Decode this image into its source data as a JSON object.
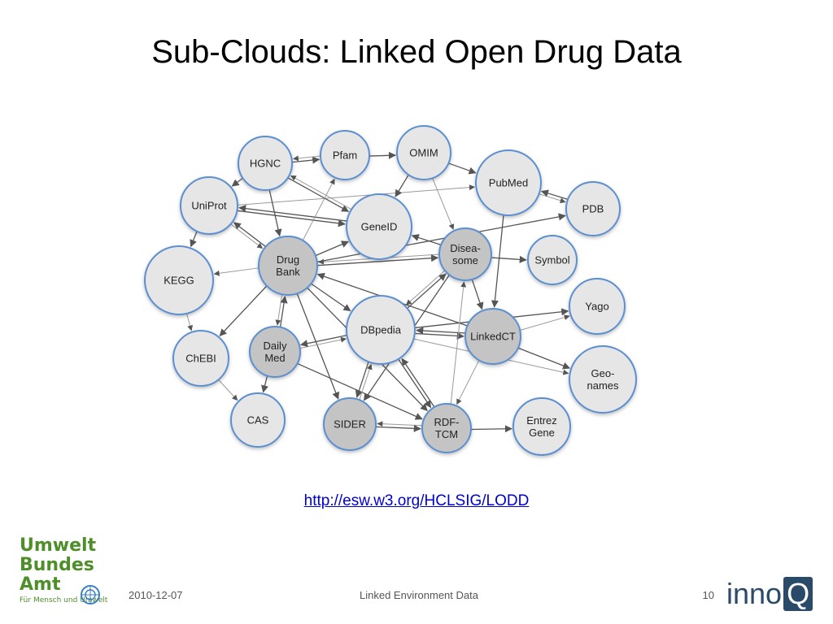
{
  "slide": {
    "title": "Sub-Clouds: Linked Open Drug Data",
    "link": "http://esw.w3.org/HCLSIG/LODD"
  },
  "diagram": {
    "colors": {
      "light_node": "#e6e6e6",
      "dark_node": "#c4c4c4",
      "node_border": "#5b8fd0",
      "edge": "#555555",
      "light_edge": "#9a9a9a"
    },
    "nodes": [
      {
        "id": "HGNC",
        "label": "HGNC",
        "shade": "light"
      },
      {
        "id": "Pfam",
        "label": "Pfam",
        "shade": "light"
      },
      {
        "id": "OMIM",
        "label": "OMIM",
        "shade": "light"
      },
      {
        "id": "PubMed",
        "label": "PubMed",
        "shade": "light"
      },
      {
        "id": "PDB",
        "label": "PDB",
        "shade": "light"
      },
      {
        "id": "UniProt",
        "label": "UniProt",
        "shade": "light"
      },
      {
        "id": "GeneID",
        "label": "GeneID",
        "shade": "light"
      },
      {
        "id": "DrugBank",
        "label": "Drug\nBank",
        "shade": "dark"
      },
      {
        "id": "Diseasome",
        "label": "Disea-\nsome",
        "shade": "dark"
      },
      {
        "id": "Symbol",
        "label": "Symbol",
        "shade": "light"
      },
      {
        "id": "KEGG",
        "label": "KEGG",
        "shade": "light"
      },
      {
        "id": "Yago",
        "label": "Yago",
        "shade": "light"
      },
      {
        "id": "DBpedia",
        "label": "DBpedia",
        "shade": "light"
      },
      {
        "id": "LinkedCT",
        "label": "LinkedCT",
        "shade": "dark"
      },
      {
        "id": "DailyMed",
        "label": "Daily\nMed",
        "shade": "dark"
      },
      {
        "id": "ChEBI",
        "label": "ChEBI",
        "shade": "light"
      },
      {
        "id": "Geonames",
        "label": "Geo-\nnames",
        "shade": "light"
      },
      {
        "id": "CAS",
        "label": "CAS",
        "shade": "light"
      },
      {
        "id": "SIDER",
        "label": "SIDER",
        "shade": "dark"
      },
      {
        "id": "RDFTCM",
        "label": "RDF-\nTCM",
        "shade": "dark"
      },
      {
        "id": "EntrezGene",
        "label": "Entrez\nGene",
        "shade": "light"
      }
    ],
    "edges": [
      [
        "HGNC",
        "Pfam"
      ],
      [
        "Pfam",
        "HGNC"
      ],
      [
        "Pfam",
        "OMIM"
      ],
      [
        "OMIM",
        "PubMed"
      ],
      [
        "PubMed",
        "PDB"
      ],
      [
        "PDB",
        "PubMed"
      ],
      [
        "HGNC",
        "UniProt"
      ],
      [
        "UniProt",
        "PubMed"
      ],
      [
        "OMIM",
        "GeneID"
      ],
      [
        "HGNC",
        "GeneID"
      ],
      [
        "GeneID",
        "HGNC"
      ],
      [
        "UniProt",
        "GeneID"
      ],
      [
        "GeneID",
        "UniProt"
      ],
      [
        "UniProt",
        "DrugBank"
      ],
      [
        "DrugBank",
        "UniProt"
      ],
      [
        "HGNC",
        "DrugBank"
      ],
      [
        "DrugBank",
        "Pfam"
      ],
      [
        "DrugBank",
        "GeneID"
      ],
      [
        "DrugBank",
        "PDB"
      ],
      [
        "DrugBank",
        "KEGG"
      ],
      [
        "UniProt",
        "KEGG"
      ],
      [
        "Diseasome",
        "GeneID"
      ],
      [
        "OMIM",
        "Diseasome"
      ],
      [
        "Diseasome",
        "Symbol"
      ],
      [
        "PubMed",
        "LinkedCT"
      ],
      [
        "Diseasome",
        "DrugBank"
      ],
      [
        "DrugBank",
        "Diseasome"
      ],
      [
        "DrugBank",
        "DBpedia"
      ],
      [
        "DrugBank",
        "DailyMed"
      ],
      [
        "DailyMed",
        "DrugBank"
      ],
      [
        "DrugBank",
        "ChEBI"
      ],
      [
        "KEGG",
        "ChEBI"
      ],
      [
        "DrugBank",
        "SIDER"
      ],
      [
        "DBpedia",
        "Diseasome"
      ],
      [
        "Diseasome",
        "DBpedia"
      ],
      [
        "DBpedia",
        "LinkedCT"
      ],
      [
        "LinkedCT",
        "DBpedia"
      ],
      [
        "LinkedCT",
        "Yago"
      ],
      [
        "LinkedCT",
        "Geonames"
      ],
      [
        "DBpedia",
        "Yago"
      ],
      [
        "DBpedia",
        "Geonames"
      ],
      [
        "LinkedCT",
        "DrugBank"
      ],
      [
        "Diseasome",
        "LinkedCT"
      ],
      [
        "DailyMed",
        "DBpedia"
      ],
      [
        "DBpedia",
        "DailyMed"
      ],
      [
        "DailyMed",
        "CAS"
      ],
      [
        "ChEBI",
        "CAS"
      ],
      [
        "DailyMed",
        "RDFTCM"
      ],
      [
        "DBpedia",
        "SIDER"
      ],
      [
        "SIDER",
        "DBpedia"
      ],
      [
        "DBpedia",
        "RDFTCM"
      ],
      [
        "RDFTCM",
        "DBpedia"
      ],
      [
        "RDFTCM",
        "SIDER"
      ],
      [
        "SIDER",
        "RDFTCM"
      ],
      [
        "RDFTCM",
        "EntrezGene"
      ],
      [
        "LinkedCT",
        "RDFTCM"
      ],
      [
        "Diseasome",
        "SIDER"
      ],
      [
        "DrugBank",
        "RDFTCM"
      ],
      [
        "RDFTCM",
        "Diseasome"
      ]
    ]
  },
  "footer": {
    "date": "2010-12-07",
    "center": "Linked Environment Data",
    "page": "10"
  },
  "logos": {
    "uba_lines": [
      "Umwelt",
      "Bundes",
      "Amt"
    ],
    "uba_tagline": "Für Mensch und Umwelt",
    "innoq_text": "inno",
    "innoq_q": "Q"
  }
}
